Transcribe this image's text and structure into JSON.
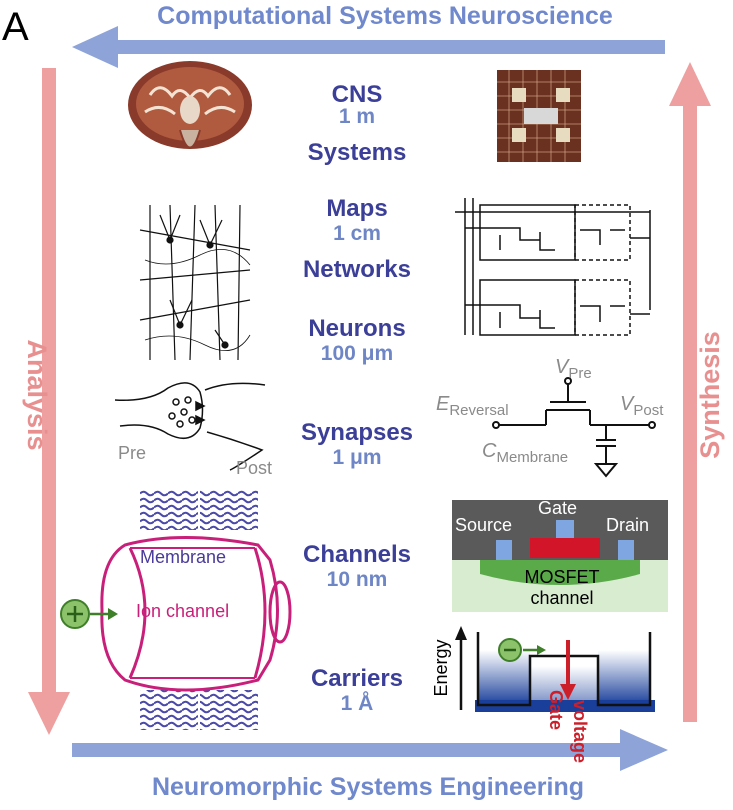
{
  "panel_letter": "A",
  "top_title": "Computational Systems Neuroscience",
  "bottom_title": "Neuromorphic Systems Engineering",
  "left_label": "Analysis",
  "right_label": "Synthesis",
  "scales": [
    {
      "top": "CNS",
      "size": "1 m",
      "bottom": "Systems"
    },
    {
      "top": "Maps",
      "size": "1 cm",
      "bottom": "Networks"
    },
    {
      "top": "Neurons",
      "size": "100 μm"
    },
    {
      "top": "Synapses",
      "size": "1 μm"
    },
    {
      "top": "Channels",
      "size": "10 nm"
    },
    {
      "top": "Carriers",
      "size": "1 Å"
    }
  ],
  "synapse": {
    "pre": "Pre",
    "post": "Post"
  },
  "circuit": {
    "v_pre": "V",
    "v_pre_sub": "Pre",
    "e_rev": "E",
    "e_rev_sub": "Reversal",
    "v_post": "V",
    "v_post_sub": "Post",
    "c_mem": "C",
    "c_mem_sub": "Membrane"
  },
  "channel": {
    "membrane": "Membrane",
    "ion_channel": "Ion channel"
  },
  "mosfet": {
    "source": "Source",
    "gate": "Gate",
    "drain": "Drain",
    "label1": "MOSFET",
    "label2": "channel"
  },
  "carrier": {
    "energy": "Energy",
    "gate": "Gate",
    "voltage": "voltage"
  },
  "colors": {
    "blue_arrow": "#8ea3d8",
    "pink_arrow": "#eea0a0",
    "dark_text": "#3c3f98",
    "light_text": "#6f86c6",
    "pink": "#c8207a",
    "green": "#6aa84f",
    "red": "#cc1f2a"
  }
}
